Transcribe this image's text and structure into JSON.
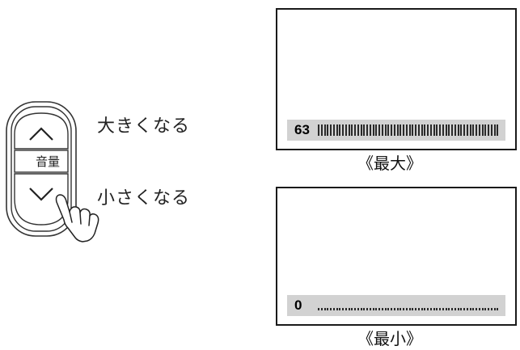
{
  "remote": {
    "up_label": "大きくなる",
    "down_label": "小さくなる",
    "volume_key_label": "音量",
    "icons": [
      "chevron-up-icon",
      "chevron-down-icon",
      "pointing-hand-icon"
    ]
  },
  "screens": {
    "max": {
      "value": "63",
      "caption": "《最大》",
      "level": 1.0
    },
    "min": {
      "value": "0",
      "caption": "《最小》",
      "level": 0.0
    }
  },
  "colors": {
    "bar_background": "#d2d2d2",
    "tick": "#2a2a2a",
    "border": "#1a1a1a"
  }
}
